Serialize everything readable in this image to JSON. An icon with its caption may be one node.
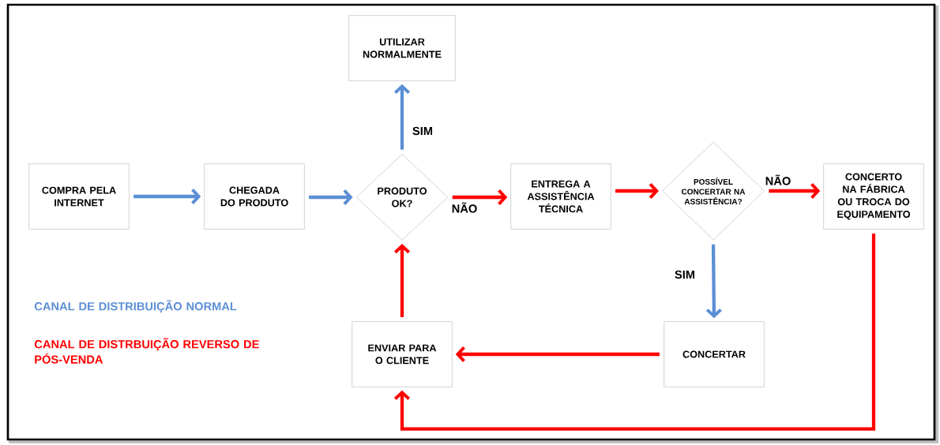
{
  "diagram": {
    "nodes": [
      {
        "text": [
          "COMPRA PELA INTERNET"
        ]
      },
      {
        "text": [
          "CHEGADA DO PRODUTO"
        ]
      },
      {
        "text": [
          "PRODUTO OK?"
        ]
      },
      {
        "text": [
          "UTILIZAR NORMALMENTE"
        ]
      },
      {
        "text": [
          "ENTREGA A ASSISTÊNCIA TÉCNICA"
        ]
      },
      {
        "text": [
          "POSSÍVEL CONCERTAR NA ASSISTÊNCIA?"
        ]
      },
      {
        "text": [
          "CONCERTO NA FÁBRICA OU TROCA DO EQUIPAMENTO"
        ]
      },
      {
        "text": [
          "ENVIAR PARA O CLIENTE"
        ]
      },
      {
        "text": [
          "CONCERTAR"
        ]
      }
    ],
    "edges": [
      {
        "from": 0,
        "to": 1,
        "arrow": "to",
        "color": "#5b8fd4"
      },
      {
        "from": 1,
        "to": 2,
        "arrow": "to",
        "color": "#5b8fd4"
      },
      {
        "from": 2,
        "to": 3,
        "arrow": "to",
        "label": "SIM",
        "color": "#5b8fd4"
      },
      {
        "from": 2,
        "to": 4,
        "arrow": "to",
        "label": "NÃO"
      },
      {
        "from": 4,
        "to": 5,
        "arrow": "to"
      },
      {
        "from": 5,
        "to": 6,
        "arrow": "to",
        "label": "NÃO"
      },
      {
        "from": 5,
        "to": 8,
        "arrow": "to",
        "label": "SIM",
        "color": "#5b8fd4"
      },
      {
        "from": 8,
        "to": 7,
        "arrow": "to"
      },
      {
        "from": 7,
        "to": 2,
        "arrow": "to"
      },
      {
        "from": 6,
        "to": 7,
        "arrow": "to"
      }
    ],
    "legend": [
      {
        "text": "CANAL DE DISTRIBUIÇÃO NORMAL",
        "color": "#5b8fd4"
      },
      {
        "text": "CANAL DE DISTRBUIÇÃO REVERSO DE PÓS-VENDA",
        "color": "#ff0000"
      }
    ]
  }
}
